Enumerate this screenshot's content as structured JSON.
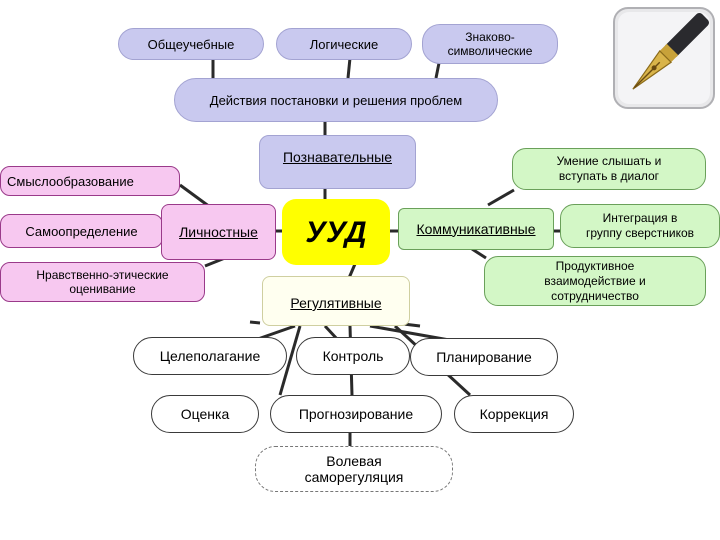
{
  "nodes": {
    "obscheuchebnye": "Общеучебные",
    "logicheskie": "Логические",
    "znakovo": "Знаково-\nсимволические",
    "deystviya": "Действия постановки и решения проблем",
    "poznavatelnye": "Познавательные",
    "smysloobrazovanie": "Смыслообразование",
    "samoopredelenie": "Самоопределение",
    "lichnostnye": "Личностные",
    "nravstvenno": "Нравственно-этические\nоценивание",
    "uud": "УУД",
    "kommunikativnye": "Коммуникативные",
    "umenie": "Умение слышать и\nвступать в диалог",
    "integraciya": "Интеграция в\nгруппу сверстников",
    "produktivnoe": "Продуктивное\nвзаимодействие и\nсотрудничество",
    "regulyativnye": "Регулятивные",
    "celepolaganie": "Целеполагание",
    "kontrol": "Контроль",
    "planirovanie": "Планирование",
    "ocenka": "Оценка",
    "prognozirovanie": "Прогнозирование",
    "korrekciya": "Коррекция",
    "volevaya": "Волевая\nсаморегуляция"
  },
  "colors": {
    "lavender": "#c9c9ef",
    "pink": "#f7c8f0",
    "green": "#d3f7c6",
    "yellow": "#ffff00",
    "connector": "#2a2a2a"
  },
  "icons": {
    "pen": "fountain-pen-icon"
  }
}
